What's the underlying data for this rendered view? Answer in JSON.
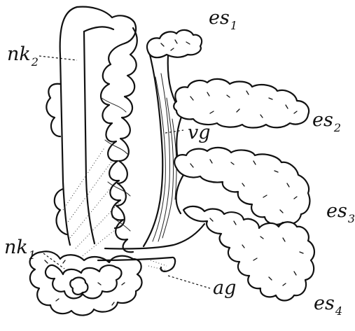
{
  "labels": {
    "es1": {
      "text": "es",
      "sub": "1"
    },
    "nk2": {
      "text": "nk",
      "sub": "2"
    },
    "es2": {
      "text": "es",
      "sub": "2"
    },
    "vg": {
      "text": "vg",
      "sub": ""
    },
    "es3": {
      "text": "es",
      "sub": "3"
    },
    "nk1": {
      "text": "nk",
      "sub": "1"
    },
    "ag": {
      "text": "ag",
      "sub": ""
    },
    "es4": {
      "text": "es",
      "sub": "4"
    }
  }
}
